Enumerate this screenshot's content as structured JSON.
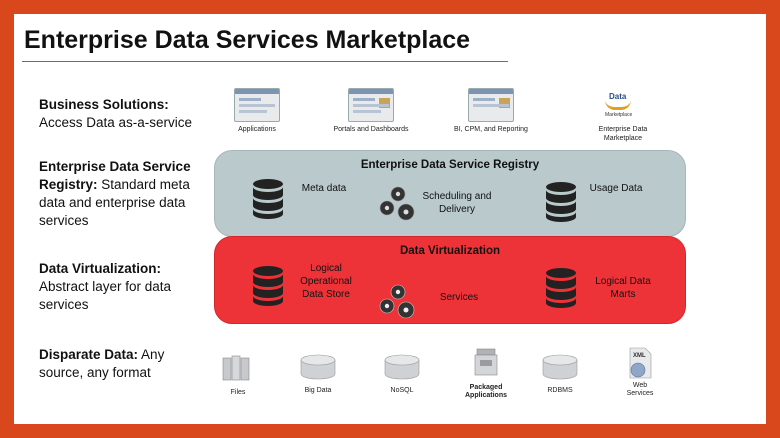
{
  "title": "Enterprise Data Services Marketplace",
  "labels": {
    "business": {
      "bold": "Business Solutions:",
      "rest": "Access Data as-a-service"
    },
    "registry": {
      "bold": "Enterprise Data Service Registry:",
      "rest": " Standard meta data and enterprise data services"
    },
    "virtualization": {
      "bold": "Data Virtualization:",
      "rest": "Abstract layer for data services"
    },
    "disparate": {
      "bold": "Disparate Data:",
      "rest": " Any source, any format"
    }
  },
  "solutions": [
    {
      "caption": "Applications",
      "icon": "applications-icon"
    },
    {
      "caption": "Portals and Dashboards",
      "icon": "portals-dashboards-icon"
    },
    {
      "caption": "BI, CPM, and Reporting",
      "icon": "bi-reporting-icon"
    },
    {
      "caption": "Enterprise Data Marketplace",
      "icon": "data-marketplace-logo",
      "logo_text": "Data",
      "logo_sub": "Marketplace"
    }
  ],
  "registry": {
    "title": "Enterprise Data Service Registry",
    "meta": "Meta data",
    "scheduling": "Scheduling and Delivery",
    "usage": "Usage Data"
  },
  "virtualization": {
    "title": "Data Virtualization",
    "logical_ods": "Logical Operational Data Store",
    "services": "Services",
    "marts": "Logical Data Marts"
  },
  "sources": [
    {
      "caption": "Files",
      "icon": "files-icon"
    },
    {
      "caption": "Big Data",
      "icon": "big-data-icon"
    },
    {
      "caption": "NoSQL",
      "icon": "nosql-icon"
    },
    {
      "caption": "Packaged Applications",
      "icon": "packaged-applications-icon"
    },
    {
      "caption": "RDBMS",
      "icon": "rdbms-icon"
    },
    {
      "caption": "Web Services",
      "icon": "web-services-icon",
      "badge": "XML"
    }
  ],
  "colors": {
    "frame": "#d9481c",
    "registry_band": "#b9c9cc",
    "virtualization_band": "#ee3338",
    "database": "#222222"
  }
}
